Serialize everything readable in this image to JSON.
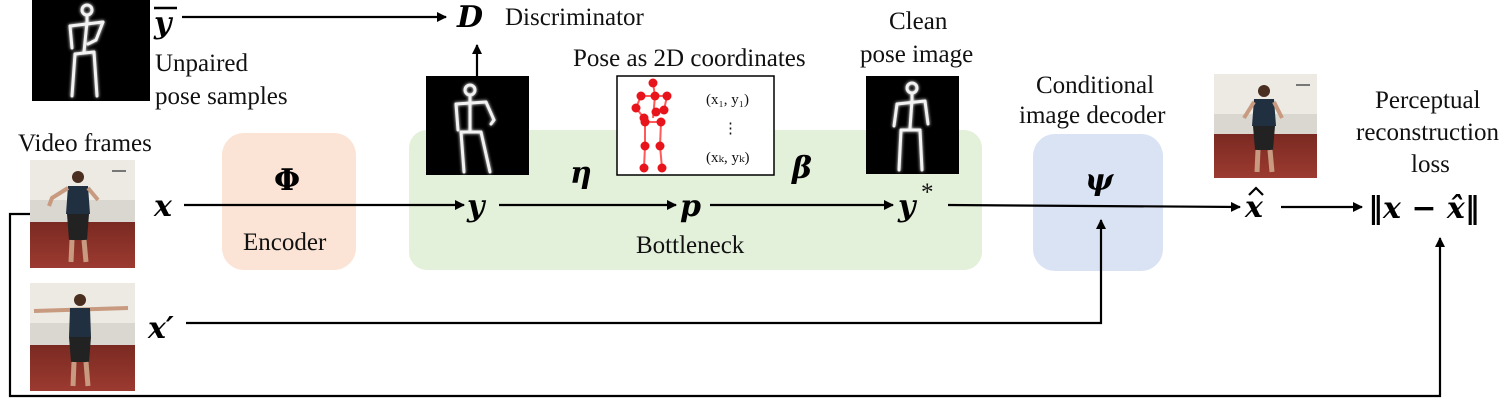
{
  "labels": {
    "discriminator": "Discriminator",
    "discriminator_symbol": "D",
    "unpaired": "Unpaired",
    "pose_samples": "pose samples",
    "pose_as_2d": "Pose as 2D coordinates",
    "clean": "Clean",
    "pose_image": "pose image",
    "conditional": "Conditional",
    "image_decoder": "image decoder",
    "perceptual": "Perceptual",
    "reconstruction": "reconstruction",
    "loss": "loss",
    "video_frames": "Video frames",
    "encoder": "Encoder",
    "bottleneck": "Bottleneck"
  },
  "symbols": {
    "y_bar": "y",
    "x": "x",
    "phi": "Φ",
    "y": "y",
    "eta": "η",
    "p": "p",
    "beta": "β",
    "y_star": "y",
    "star": "*",
    "psi": "ψ",
    "x_hat": "x",
    "x_prime": "x′",
    "loss_expr": "‖x − x̂‖"
  },
  "coords": {
    "first": "(x₁, y₁)",
    "dots": "⋮",
    "last": "(xₖ, yₖ)"
  },
  "colors": {
    "encoder_box": "#fbe3d6",
    "bottleneck_box": "#e3f0da",
    "decoder_box": "#dae3f3",
    "pose_joint": "#e8141c",
    "pose_line": "#ff5555",
    "skeleton_glow": "#ffffff"
  }
}
